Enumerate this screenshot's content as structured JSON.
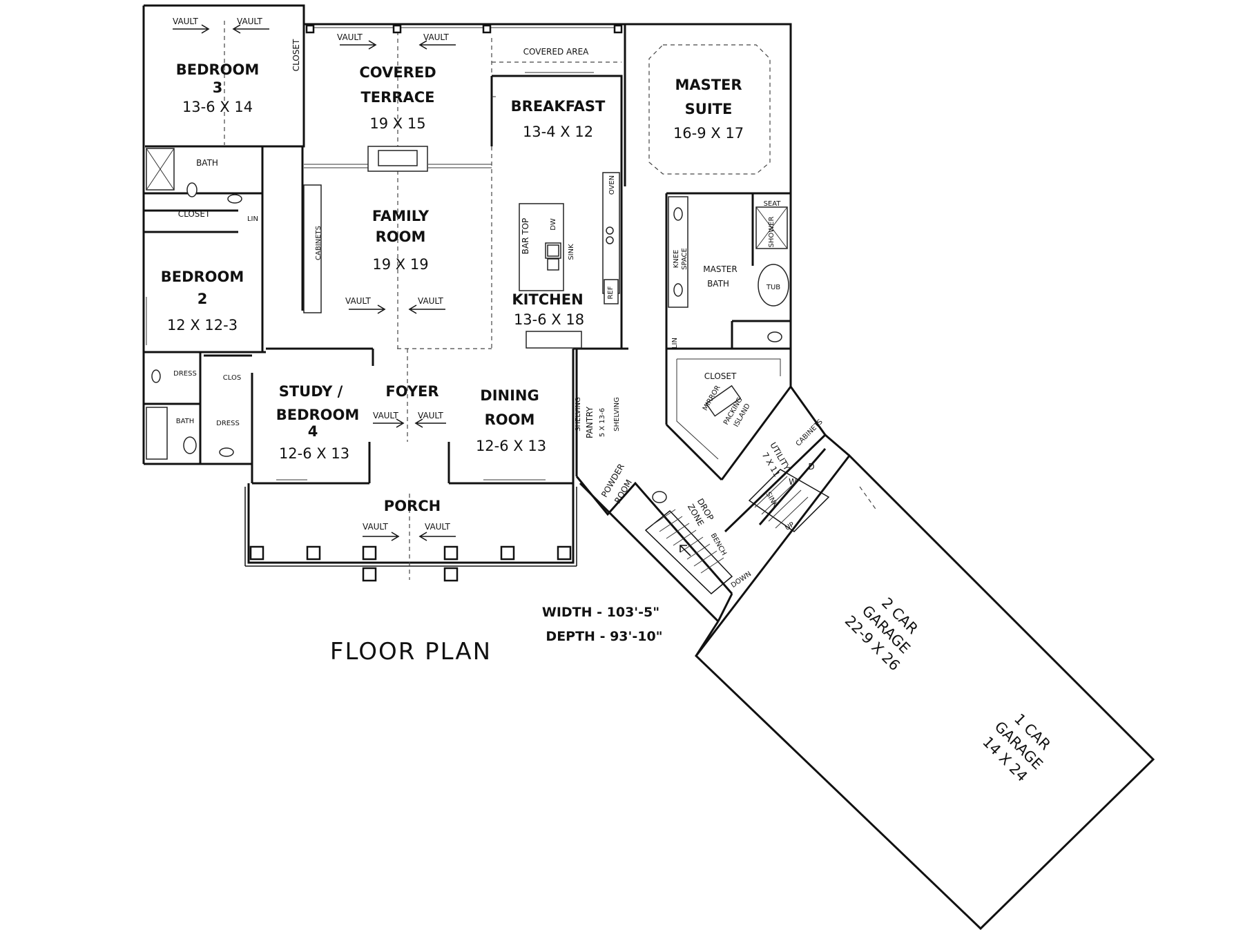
{
  "title": "FLOOR PLAN",
  "overall": {
    "width": "WIDTH - 103'-5\"",
    "depth": "DEPTH - 93'-10\""
  },
  "rooms": {
    "bedroom3": {
      "name": "BEDROOM",
      "num": "3",
      "size": "13-6 X 14"
    },
    "covered_terrace": {
      "line1": "COVERED",
      "line2": "TERRACE",
      "size": "19 X 15"
    },
    "covered_area": "COVERED AREA",
    "breakfast": {
      "name": "BREAKFAST",
      "size": "13-4 X 12"
    },
    "master_suite": {
      "line1": "MASTER",
      "line2": "SUITE",
      "size": "16-9 X 17"
    },
    "family_room": {
      "line1": "FAMILY",
      "line2": "ROOM",
      "size": "19 X 19"
    },
    "kitchen": {
      "name": "KITCHEN",
      "size": "13-6 X 18"
    },
    "bedroom2": {
      "name": "BEDROOM",
      "num": "2",
      "size": "12 X 12-3"
    },
    "study": {
      "line1": "STUDY /",
      "line2": "BEDROOM",
      "num": "4",
      "size": "12-6 X 13"
    },
    "foyer": "FOYER",
    "dining": {
      "line1": "DINING",
      "line2": "ROOM",
      "size": "12-6 X 13"
    },
    "porch": "PORCH",
    "master_bath": {
      "line1": "MASTER",
      "line2": "BATH"
    },
    "garage2": {
      "line1": "2 CAR",
      "line2": "GARAGE",
      "size": "22-9 X 26"
    },
    "garage1": {
      "line1": "1 CAR",
      "line2": "GARAGE",
      "size": "14 X 24"
    }
  },
  "labels": {
    "vault": "VAULT",
    "closet": "CLOSET",
    "bath": "BATH",
    "lin": "LIN",
    "dress": "DRESS",
    "clos": "CLOS",
    "cabinets": "CABINETS",
    "bar_top": "BAR TOP",
    "dw": "DW",
    "sink": "SINK",
    "oven": "OVEN",
    "ref": "REF",
    "seat": "SEAT",
    "shower": "SHOWER",
    "tub": "TUB",
    "knee": "KNEE",
    "space": "SPACE",
    "mirror": "MIRROR",
    "packing": "PACKING",
    "island": "ISLAND",
    "utility": "UTILITY",
    "utility_size": "7 X 11",
    "w": "W",
    "d": "D",
    "pantry": "PANTRY",
    "pantry_size": "5 X 13-6",
    "shelving": "SHELVING",
    "powder": "POWDER",
    "room": "ROOM",
    "drop": "DROP",
    "zone": "ZONE",
    "bench": "BENCH",
    "up": "UP",
    "down": "DOWN"
  }
}
